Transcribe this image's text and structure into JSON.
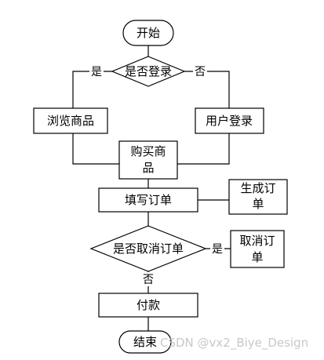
{
  "nodes": {
    "start": "开始",
    "login_check": "是否登录",
    "browse": "浏览商品",
    "user_login": "用户登录",
    "buy_line1": "购买商",
    "buy_line2": "品",
    "fill_order": "填写订单",
    "gen_line1": "生成订",
    "gen_line2": "单",
    "cancel_check": "是否取消订单",
    "cancel_line1": "取消订",
    "cancel_line2": "单",
    "pay": "付款",
    "end": "结束"
  },
  "edges": {
    "login_yes": "是",
    "login_no": "否",
    "cancel_yes": "是",
    "cancel_no": "否"
  },
  "watermark": "CSDN @vx2_Biye_Design"
}
